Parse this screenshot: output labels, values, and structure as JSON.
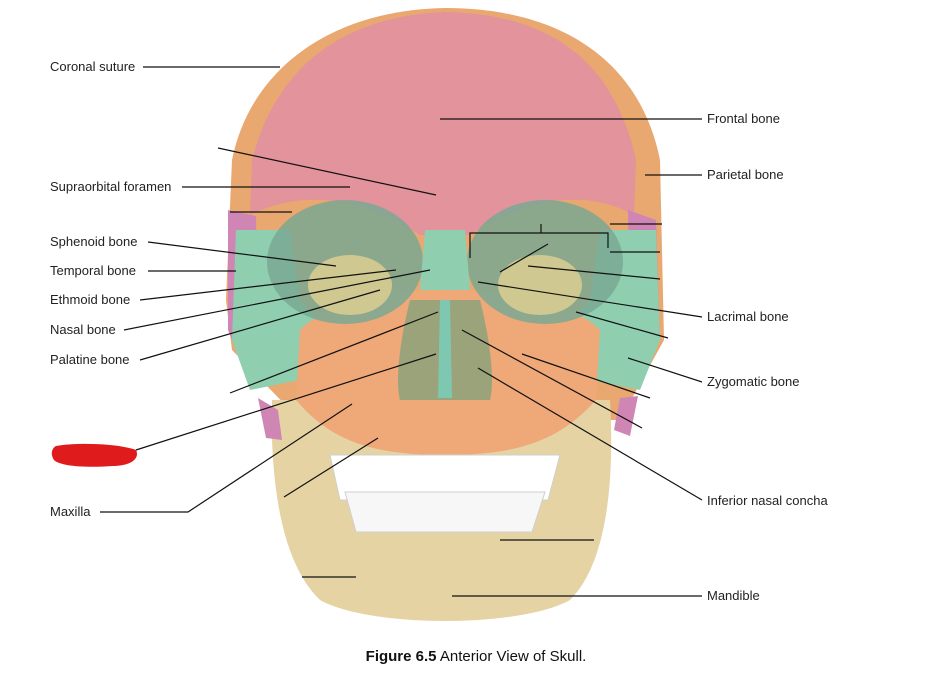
{
  "labels": {
    "coronal_suture": "Coronal suture",
    "supraorbital_foramen": "Supraorbital foramen",
    "sphenoid_bone": "Sphenoid bone",
    "temporal_bone": "Temporal bone",
    "ethmoid_bone": "Ethmoid bone",
    "nasal_bone": "Nasal bone",
    "palatine_bone": "Palatine bone",
    "maxilla": "Maxilla",
    "frontal_bone": "Frontal bone",
    "parietal_bone": "Parietal bone",
    "lacrimal_bone": "Lacrimal bone",
    "zygomatic_bone": "Zygomatic bone",
    "inferior_nasal_concha": "Inferior nasal concha",
    "mandible": "Mandible"
  },
  "caption": {
    "figure_number": "Figure 6.5",
    "title": "Anterior View of Skull."
  },
  "colors": {
    "frontal": "#e3939b",
    "parietal": "#e8a86f",
    "maxilla": "#efa878",
    "zygomatic": "#8fcfb0",
    "mandible": "#e6d3a3",
    "sphenoid": "#cfc890",
    "temporal": "#d086b4",
    "redaction": "#e01b1b"
  }
}
